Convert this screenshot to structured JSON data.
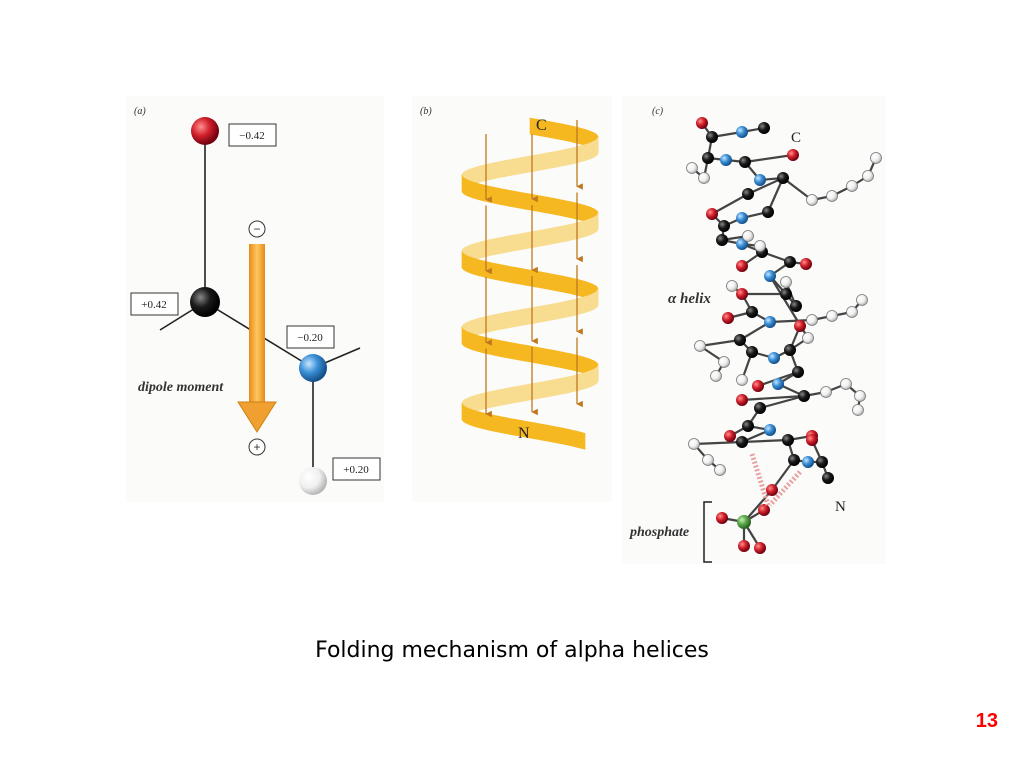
{
  "slide": {
    "caption": "Folding mechanism of alpha helices",
    "page_number": "13"
  },
  "panel_a": {
    "label": "(a)",
    "charges": {
      "oxygen": "−0.42",
      "carbon": "+0.42",
      "nitrogen": "−0.20",
      "hydrogen": "+0.20"
    },
    "minus_sign": "−",
    "plus_sign": "+",
    "dipole_label": "dipole moment",
    "colors": {
      "oxygen": "#d0202a",
      "carbon": "#1a1a1a",
      "nitrogen": "#3a8fd6",
      "hydrogen": "#f4f4f4",
      "dipole_arrow": "#f0a030"
    }
  },
  "panel_b": {
    "label": "(b)",
    "end_c": "C",
    "end_n": "N",
    "colors": {
      "ribbon": "#f6b820",
      "arrows": "#c07820"
    }
  },
  "panel_c": {
    "label": "(c)",
    "end_c": "C",
    "end_n": "N",
    "helix_label": "α helix",
    "phosphate_label": "phosphate",
    "colors": {
      "oxygen": "#c0202a",
      "carbon": "#1a1a1a",
      "nitrogen": "#3a8fd6",
      "hydrogen": "#e8e8e8",
      "phosphorus": "#5aa84a"
    }
  }
}
